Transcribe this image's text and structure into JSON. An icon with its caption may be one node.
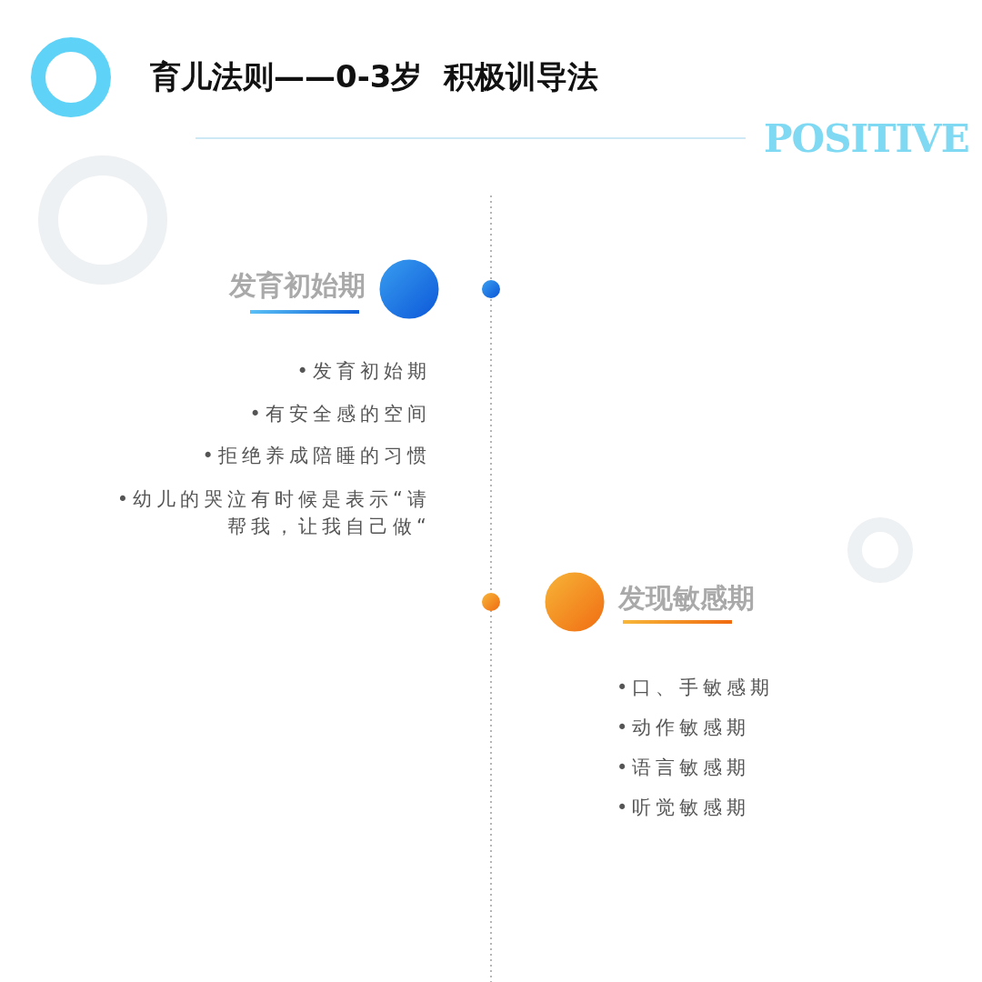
{
  "diagram": {
    "title": "育儿法则——0-3岁  积极训导法",
    "labels": [
      "POSITIVE",
      "发育初始期",
      "•发育初始期",
      "•有安全感的空间",
      "•拒绝养成陪睡的习惯",
      "•幼儿的哭泣有时候是表示“请帮我，让我自己做“",
      "发现敏感期",
      "•口、手敏感期",
      "•动作敏感期",
      "•语言敏感期",
      "•听觉敏感期"
    ]
  }
}
